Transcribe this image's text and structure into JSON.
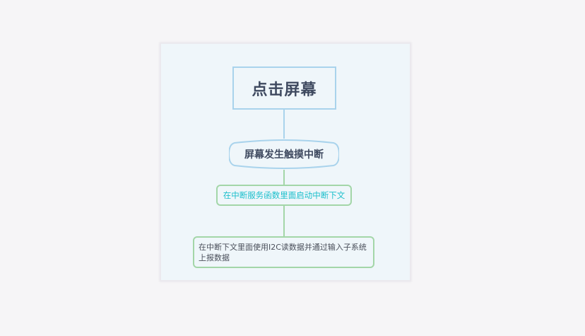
{
  "diagram": {
    "type": "mind-map",
    "root": {
      "label": "点击屏幕"
    },
    "nodes": [
      {
        "id": "touch-interrupt",
        "label": "屏幕发生触摸中断",
        "shape": "hexagon-rounded",
        "border_color": "#a9d3ec"
      },
      {
        "id": "start-bottom-half",
        "label": "在中断服务函数里面启动中断下文",
        "shape": "rounded-rect",
        "border_color": "#a3d6a8",
        "text_color": "#1cbfcc"
      },
      {
        "id": "read-i2c-report",
        "label": "在中断下文里面使用I2C读数据并通过输入子系统上报数据",
        "shape": "rounded-rect",
        "border_color": "#a3d6a8"
      }
    ],
    "edges": [
      {
        "from": "root",
        "to": "touch-interrupt"
      },
      {
        "from": "touch-interrupt",
        "to": "start-bottom-half"
      },
      {
        "from": "start-bottom-half",
        "to": "read-i2c-report"
      }
    ]
  },
  "colors": {
    "page_bg": "#f6f5f7",
    "canvas_bg": "#eff6fa",
    "blue_border": "#a9d3ec",
    "green_border": "#a3d6a8",
    "title_text": "#3f4a60",
    "accent_text": "#1cbfcc"
  }
}
